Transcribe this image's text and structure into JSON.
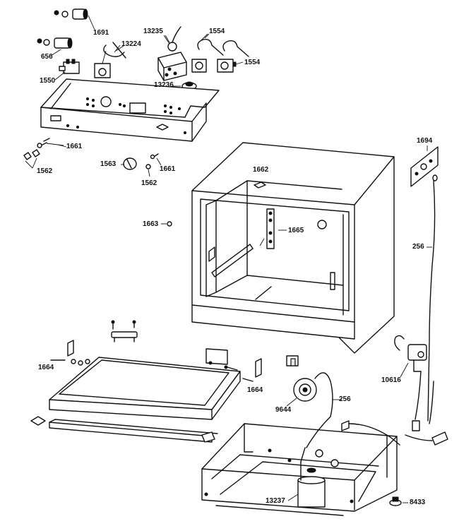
{
  "labels": {
    "l1691": "1691",
    "l656": "656",
    "l13224": "13224",
    "l1550": "1550",
    "l13235": "13235",
    "l1554a": "1554",
    "l1554b": "1554",
    "l13236": "13236",
    "l1661a": "1661",
    "l1562a": "1562",
    "l1563": "1563",
    "l1661b": "1661",
    "l1562b": "1562",
    "l1663": "1663",
    "l1662": "1662",
    "l1665": "1665",
    "l1694": "1694",
    "l256a": "256",
    "l1664a": "1664",
    "l1664b": "1664",
    "l9644": "9644",
    "l256b": "256",
    "l10616": "10616",
    "l13237": "13237",
    "l8433": "8433"
  }
}
